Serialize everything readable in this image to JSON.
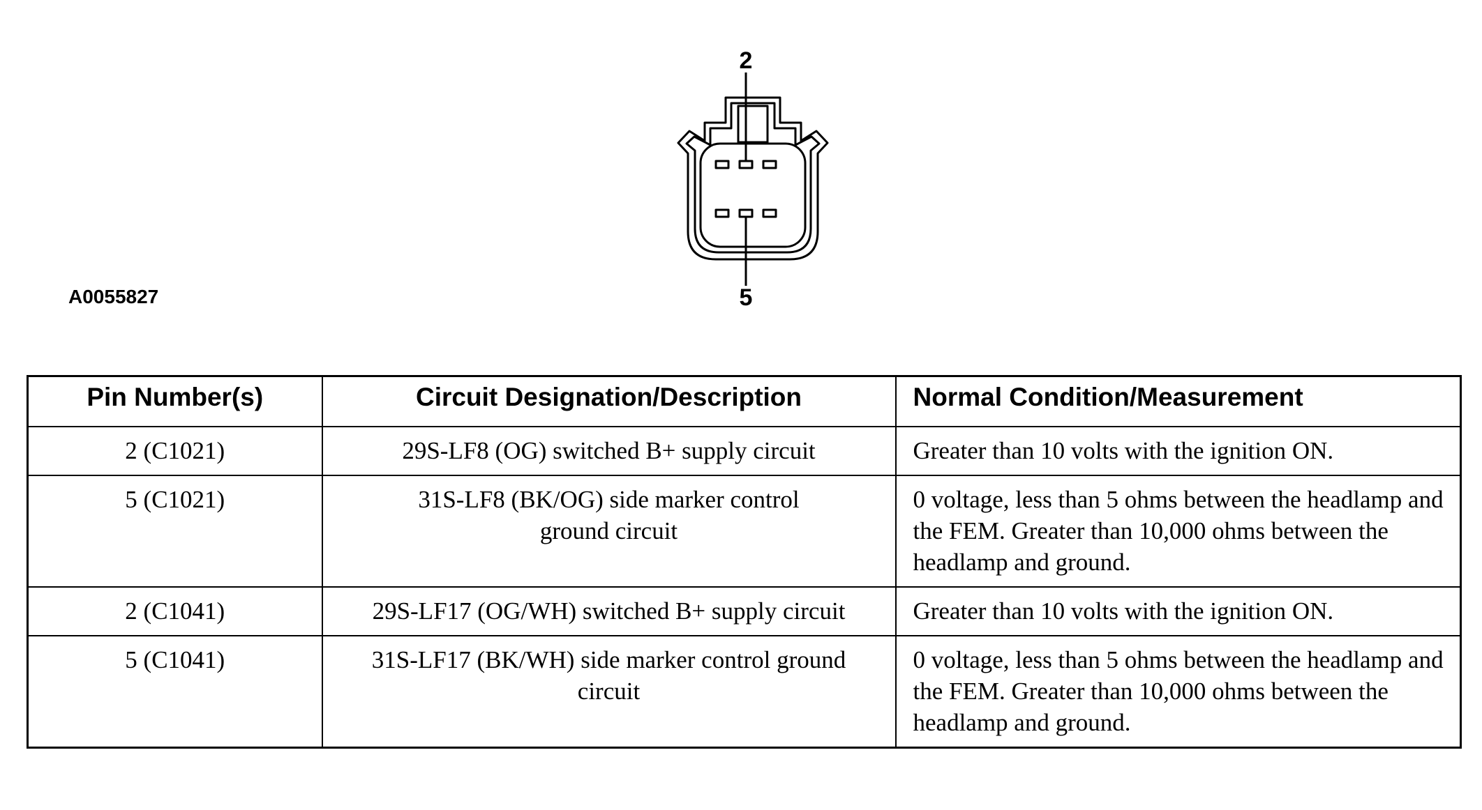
{
  "figure": {
    "id": "A0055827",
    "pin_top_label": "2",
    "pin_bottom_label": "5"
  },
  "table": {
    "headers": [
      "Pin Number(s)",
      "Circuit Designation/Description",
      "Normal Condition/Measurement"
    ],
    "rows": [
      {
        "pin": "2 (C1021)",
        "circuit": "29S-LF8 (OG) switched B+ supply circuit",
        "condition": "Greater than 10 volts with the ignition ON."
      },
      {
        "pin": "5 (C1021)",
        "circuit": "31S-LF8 (BK/OG) side marker control ground circuit",
        "condition": "0 voltage, less than 5 ohms between the headlamp and the FEM. Greater than 10,000 ohms between the headlamp and ground."
      },
      {
        "pin": "2 (C1041)",
        "circuit": "29S-LF17 (OG/WH) switched B+ supply circuit",
        "condition": "Greater than 10 volts with the ignition ON."
      },
      {
        "pin": "5 (C1041)",
        "circuit": "31S-LF17 (BK/WH) side marker control ground circuit",
        "condition": "0 voltage, less than 5 ohms between the headlamp and the FEM. Greater than 10,000 ohms between the headlamp and ground."
      }
    ]
  }
}
